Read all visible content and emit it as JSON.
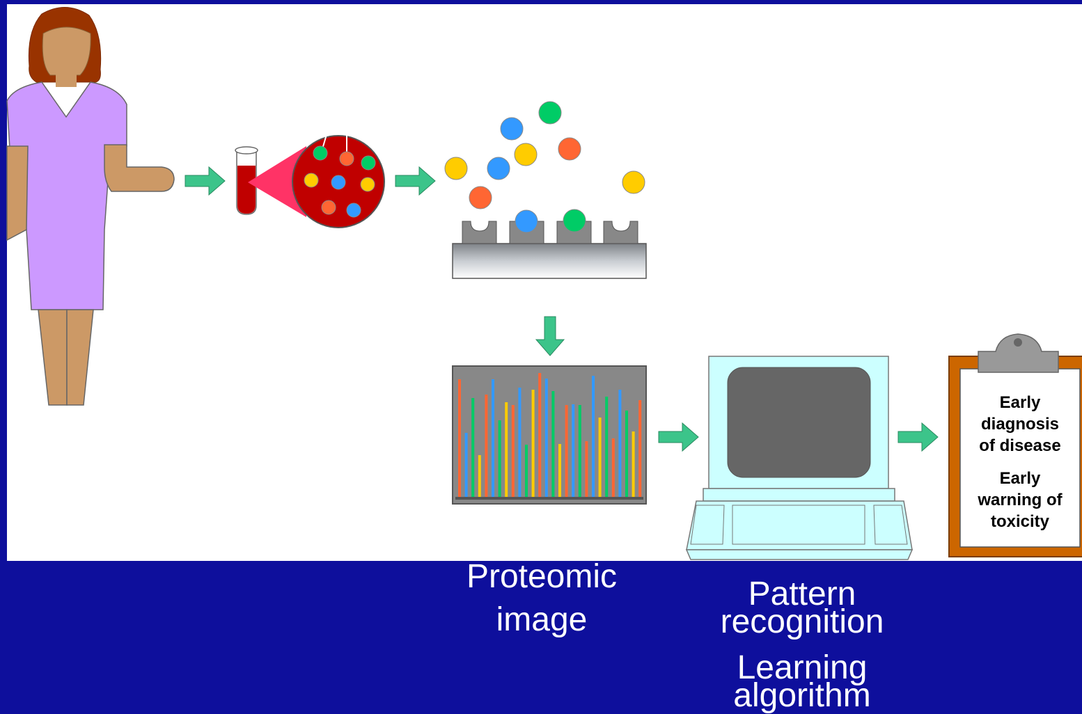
{
  "captions": {
    "proteomic": [
      "Proteomic",
      "image"
    ],
    "pattern": [
      "Pattern",
      "recognition"
    ],
    "learning": [
      "Learning",
      "algorithm"
    ]
  },
  "clipboard": {
    "result1": [
      "Early",
      "diagnosis",
      "of disease"
    ],
    "result2": [
      "Early",
      "warning of",
      "toxicity"
    ]
  },
  "colors": {
    "background": "#0e0f9c",
    "panel": "#ffffff",
    "arrow": "#3cc48a",
    "blood": "#c00000",
    "dress": "#cc99ff",
    "skin": "#cc9966",
    "hair": "#993300",
    "monitor": "#ccffff",
    "screen": "#666666",
    "clipboard": "#cc6600",
    "protein_colors": [
      "#ffcc00",
      "#3399ff",
      "#00cc66",
      "#ff6633"
    ]
  },
  "icons": [
    "patient-figure",
    "blood-tube-icon",
    "magnified-sample-icon",
    "protein-chip-icon",
    "spectrum-chart-icon",
    "computer-icon",
    "clipboard-icon",
    "arrow-icon"
  ]
}
